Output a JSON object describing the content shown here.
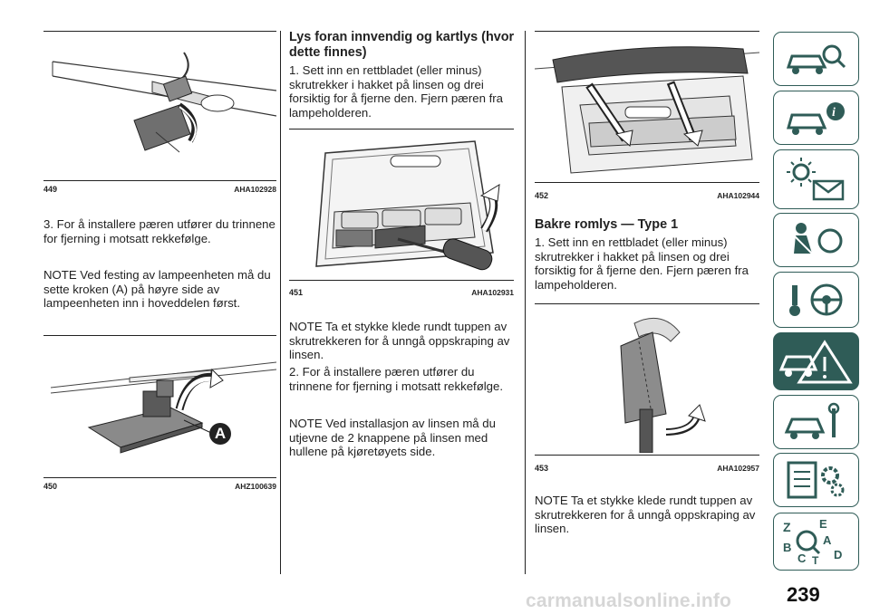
{
  "col1": {
    "fig449": {
      "number": "449",
      "code": "AHA102928"
    },
    "steps": [
      "3. For å installere pæren utfører du trinnene for fjerning i motsatt rekkefølge."
    ],
    "note": "NOTE  Ved festing av lampeenheten må du sette kroken (A) på høyre side av lampeenheten inn i hoveddelen først.",
    "fig450": {
      "number": "450",
      "code": "AHZ100639",
      "callout": "A"
    }
  },
  "col2": {
    "heading": "Lys foran innvendig og kartlys (hvor dette finnes)",
    "step1": "1. Sett inn en rettbladet (eller minus) skrutrekker i hakket på linsen og drei forsiktig for å fjerne den. Fjern pæren fra lampeholderen.",
    "fig451": {
      "number": "451",
      "code": "AHA102931"
    },
    "note1": "NOTE  Ta et stykke klede rundt tuppen av skrutrekkeren for å unngå oppskraping av linsen.",
    "step2": "2. For å installere pæren utfører du trinnene for fjerning i motsatt rekkefølge.",
    "note2": "NOTE  Ved installasjon av linsen må du utjevne de 2 knappene på linsen med hullene på kjøretøyets side."
  },
  "col3": {
    "fig452": {
      "number": "452",
      "code": "AHA102944"
    },
    "heading": "Bakre romlys — Type 1",
    "step1": "1. Sett inn en rettbladet (eller minus) skrutrekker i hakket på linsen og drei forsiktig for å fjerne den. Fjern pæren fra lampeholderen.",
    "fig453": {
      "number": "453",
      "code": "AHA102957"
    },
    "note": "NOTE  Ta et stykke klede rundt tuppen av skrutrekkeren for å unngå oppskraping av linsen."
  },
  "sidebar": {
    "tabs": [
      {
        "icon": "car-search-icon",
        "letters": ""
      },
      {
        "icon": "car-info-icon",
        "letters": ""
      },
      {
        "icon": "dashboard-lights-icon",
        "letters": ""
      },
      {
        "icon": "airbag-seatbelt-icon",
        "letters": ""
      },
      {
        "icon": "key-steering-icon",
        "letters": ""
      },
      {
        "icon": "car-warning-icon",
        "letters": "",
        "active": true
      },
      {
        "icon": "car-service-icon",
        "letters": ""
      },
      {
        "icon": "spec-sheet-icon",
        "letters": ""
      },
      {
        "icon": "alphabet-index-icon",
        "letters": "Z E A B C T D"
      }
    ],
    "accent_color": "#2f5c57"
  },
  "page_number": "239",
  "watermark": "carmanualsonline.info"
}
